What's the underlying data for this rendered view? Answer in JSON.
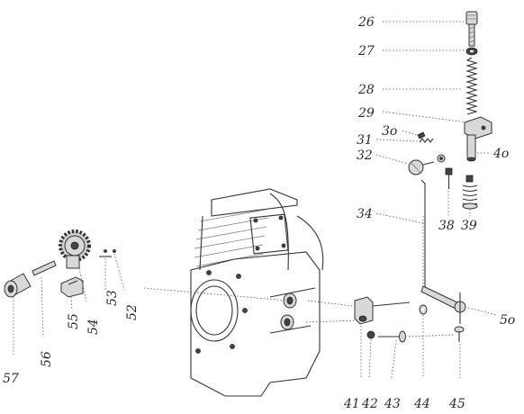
{
  "labels": [
    {
      "id": "26",
      "text": "26"
    },
    {
      "id": "27",
      "text": "27"
    },
    {
      "id": "28",
      "text": "28"
    },
    {
      "id": "29",
      "text": "29"
    },
    {
      "id": "30",
      "text": "3o"
    },
    {
      "id": "31",
      "text": "31"
    },
    {
      "id": "32",
      "text": "32"
    },
    {
      "id": "34",
      "text": "34"
    },
    {
      "id": "38",
      "text": "38"
    },
    {
      "id": "39",
      "text": "39"
    },
    {
      "id": "40",
      "text": "4o"
    },
    {
      "id": "41",
      "text": "41"
    },
    {
      "id": "42",
      "text": "42"
    },
    {
      "id": "43",
      "text": "43"
    },
    {
      "id": "44",
      "text": "44"
    },
    {
      "id": "45",
      "text": "45"
    },
    {
      "id": "50",
      "text": "5o"
    },
    {
      "id": "52",
      "text": "52"
    },
    {
      "id": "53",
      "text": "53"
    },
    {
      "id": "54",
      "text": "54"
    },
    {
      "id": "55",
      "text": "55"
    },
    {
      "id": "56",
      "text": "56"
    },
    {
      "id": "57",
      "text": "57"
    }
  ]
}
